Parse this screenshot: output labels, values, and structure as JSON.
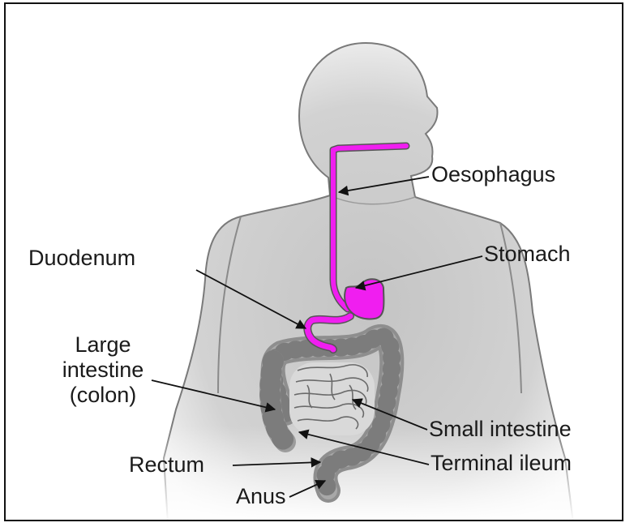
{
  "labels": {
    "oesophagus": "Oesophagus",
    "stomach": "Stomach",
    "duodenum": "Duodenum",
    "large_intestine_line1": "Large",
    "large_intestine_line2": "intestine",
    "large_intestine_line3": "(colon)",
    "small_intestine": "Small intestine",
    "terminal_ileum": "Terminal ileum",
    "rectum": "Rectum",
    "anus": "Anus"
  },
  "colors": {
    "body_fill": "#c8c8c8",
    "body_outline": "#777777",
    "digestive_highlight": "#f01ef0",
    "intestine_fill": "#9e9e9e",
    "frame_border": "#111111"
  }
}
